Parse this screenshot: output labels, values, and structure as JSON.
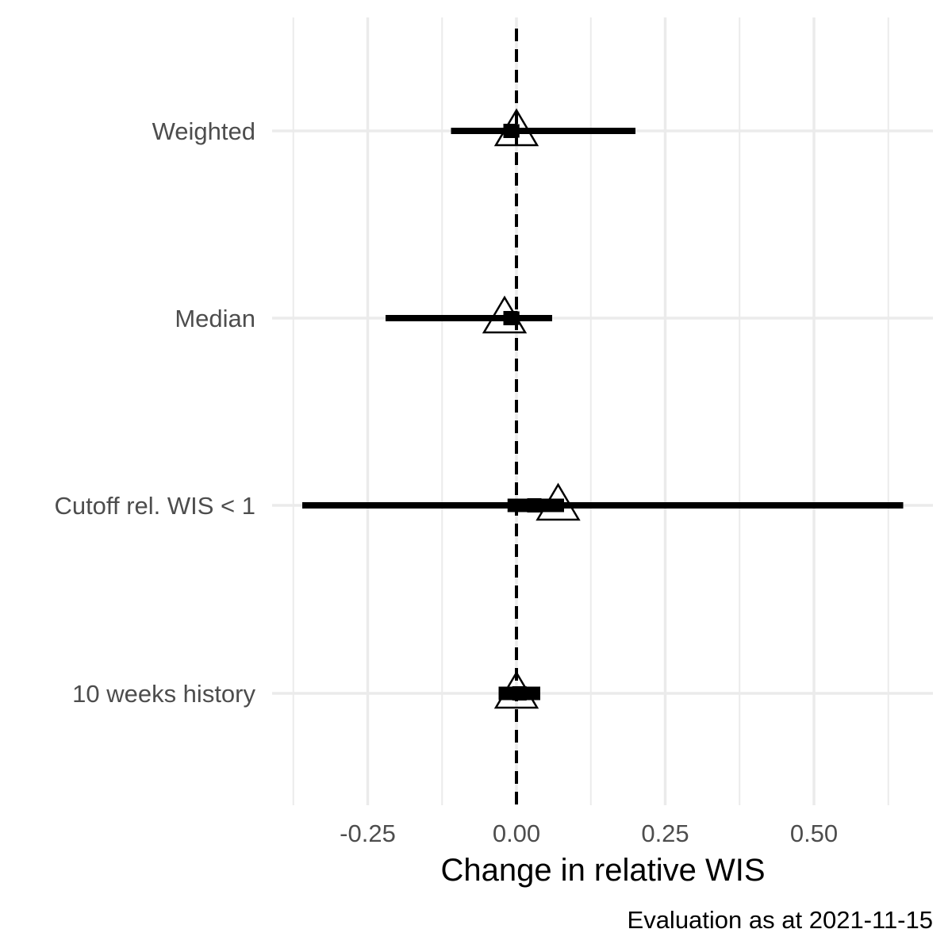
{
  "chart_data": {
    "type": "forest",
    "xlabel": "Change in relative WIS",
    "caption": "Evaluation as at 2021-11-15",
    "xlim": [
      -0.4,
      0.7
    ],
    "x_ticks": [
      {
        "value": -0.25,
        "label": "-0.25"
      },
      {
        "value": 0.0,
        "label": "0.00"
      },
      {
        "value": 0.25,
        "label": "0.25"
      },
      {
        "value": 0.5,
        "label": "0.50"
      }
    ],
    "x_minor_ticks": [
      -0.375,
      -0.125,
      0.125,
      0.375,
      0.625
    ],
    "reference_line": 0,
    "grid": true,
    "rows": [
      {
        "label": "Weighted",
        "lower_outer": -0.11,
        "lower_inner": -0.015,
        "median": -0.01,
        "upper_inner": 0.005,
        "upper_outer": 0.2,
        "mean": 0.0
      },
      {
        "label": "Median",
        "lower_outer": -0.22,
        "lower_inner": -0.015,
        "median": -0.01,
        "upper_inner": 0.005,
        "upper_outer": 0.06,
        "mean": -0.02
      },
      {
        "label": "Cutoff rel. WIS < 1",
        "lower_outer": -0.36,
        "lower_inner": -0.015,
        "median": 0.03,
        "upper_inner": 0.08,
        "upper_outer": 0.65,
        "mean": 0.07
      },
      {
        "label": "10 weeks history",
        "lower_outer": -0.03,
        "lower_inner": -0.03,
        "median": 0.005,
        "upper_inner": 0.04,
        "upper_outer": 0.04,
        "mean": 0.0
      }
    ]
  }
}
